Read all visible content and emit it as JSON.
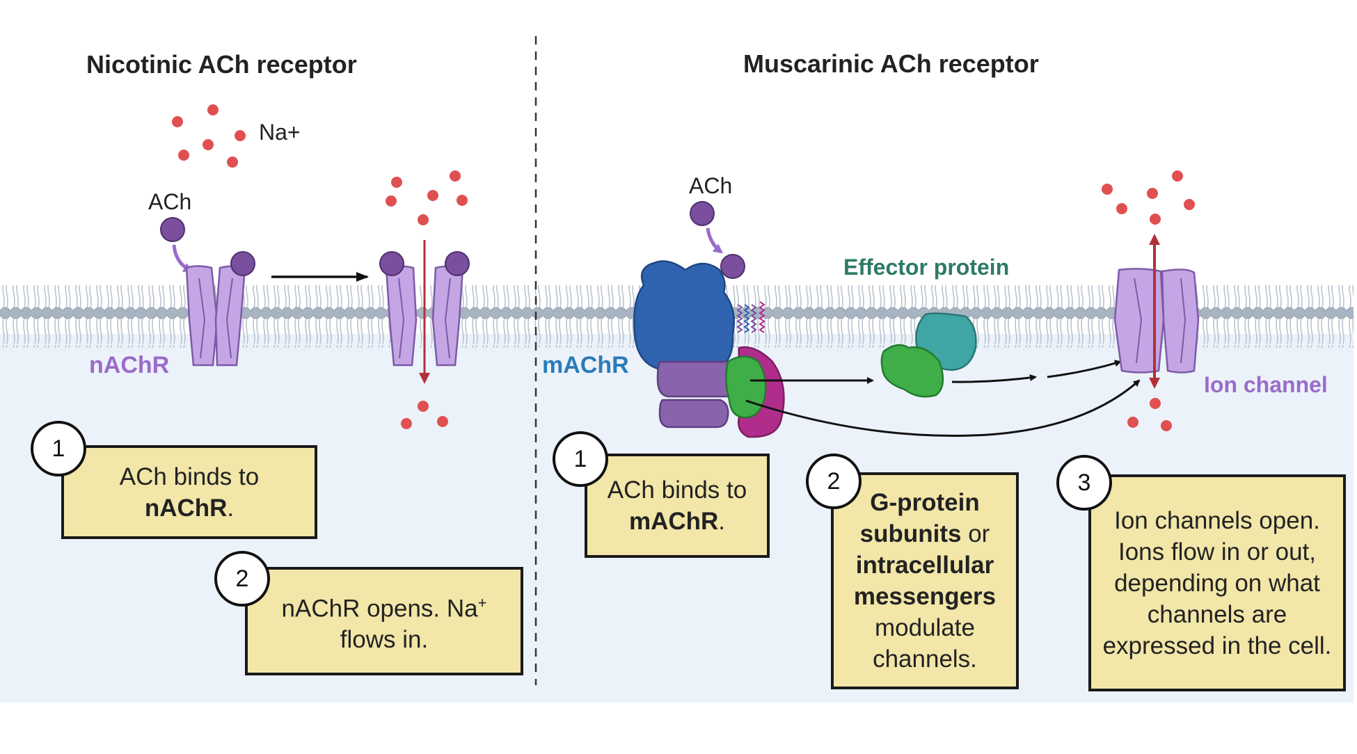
{
  "titles": {
    "nicotinic": "Nicotinic ACh receptor",
    "muscarinic": "Muscarinic ACh receptor"
  },
  "labels": {
    "na_plus": "Na+",
    "ach_left": "ACh",
    "ach_right": "ACh",
    "nachr": "nAChR",
    "machr": "mAChR",
    "effector_protein": "Effector protein",
    "ion_channel": "Ion channel"
  },
  "steps": {
    "n1": {
      "number": "1",
      "text_a": "ACh binds to ",
      "bold_a": "nAChR",
      "text_b": "."
    },
    "n2": {
      "number": "2",
      "text_a": "nAChR opens. Na",
      "sup": "+",
      "text_b": " flows in."
    },
    "m1": {
      "number": "1",
      "text_a": "ACh binds to ",
      "bold_a": "mAChR",
      "text_b": "."
    },
    "m2": {
      "number": "2",
      "bold_a": "G-protein subunits",
      "text_a": " or ",
      "bold_b": "intracellular messengers",
      "text_b": " modulate channels."
    },
    "m3": {
      "number": "3",
      "text_a": "Ion channels open. Ions flow in or out, depending on what channels are expressed in the cell."
    }
  },
  "colors": {
    "box_fill": "#f2e6a8",
    "membrane_head": "#a9b4c2",
    "cytoplasm": "#ecf2fa",
    "receptor_purple": "#c3a6e3",
    "ach_purple": "#7a4f9e",
    "sodium_red": "#e05050",
    "machr_blue": "#2f63b0",
    "effector_teal": "#3fa5a5",
    "effector_green": "#3fae48",
    "gprotein_magenta": "#b02d8c",
    "arrow_red": "#b3303a",
    "label_purple": "#9a6cc9",
    "label_blue": "#2b7cb8",
    "label_green": "#2e7a66"
  }
}
